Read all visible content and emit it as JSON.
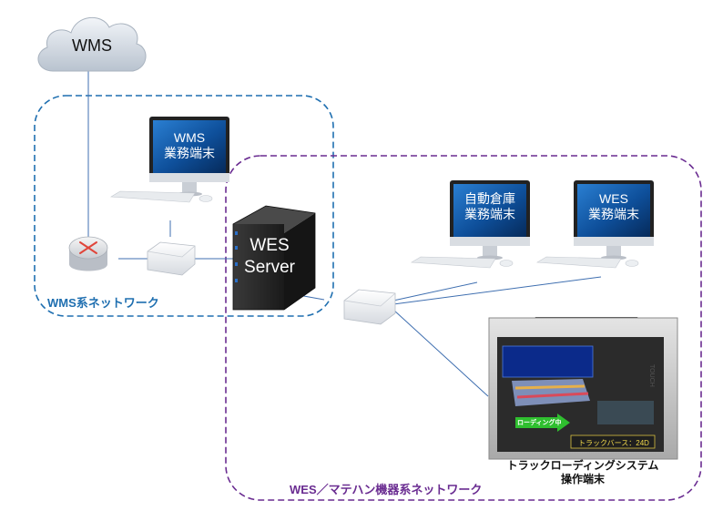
{
  "cloud": {
    "label": "WMS"
  },
  "networks": {
    "wms": {
      "label": "WMS系ネットワーク",
      "color": "#1f6fb0"
    },
    "wes": {
      "label": "WES／マテハン機器系ネットワーク",
      "color": "#6a2c91"
    }
  },
  "terminals": {
    "wms_terminal": {
      "line1": "WMS",
      "line2": "業務端末"
    },
    "warehouse_terminal": {
      "line1": "自動倉庫",
      "line2": "業務端末"
    },
    "wes_terminal": {
      "line1": "WES",
      "line2": "業務端末"
    }
  },
  "server": {
    "line1": "WES",
    "line2": "Server"
  },
  "touch_panel": {
    "caption_line1": "トラックローディングシステム",
    "caption_line2": "操作端末",
    "brand": "TOUCH",
    "arrow_label": "ローディング中",
    "status": "トラックバース：24D",
    "banner_lines": [
      "",
      "",
      ""
    ]
  }
}
